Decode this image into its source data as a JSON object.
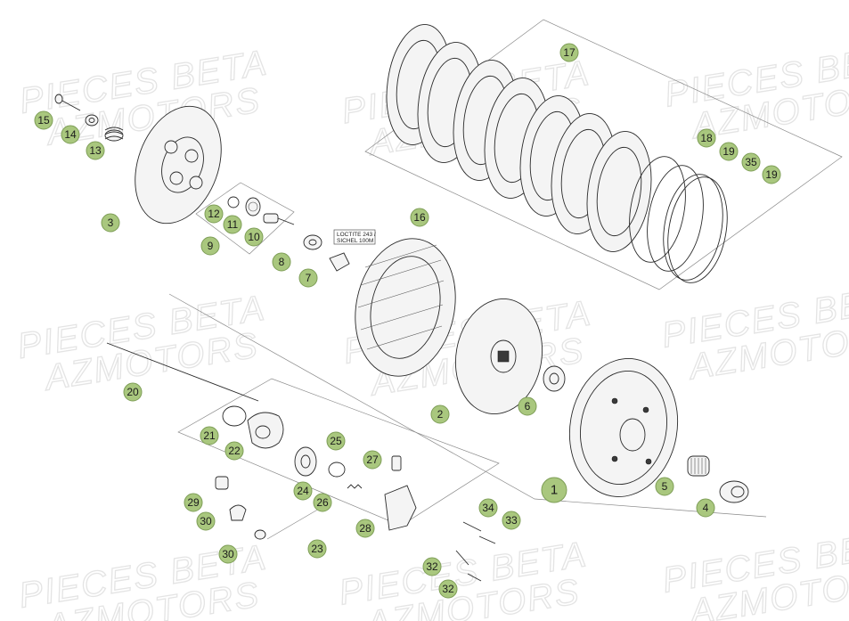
{
  "watermark": {
    "line1": "PIECES BETA",
    "line2": "AZMOTORS"
  },
  "note": {
    "line1": "LOCTITE 243 /",
    "line2": "SICHEL 100M"
  },
  "callouts": {
    "c1": "1",
    "c2": "2",
    "c3": "3",
    "c4": "4",
    "c5": "5",
    "c6": "6",
    "c7": "7",
    "c8": "8",
    "c9": "9",
    "c10": "10",
    "c11": "11",
    "c12": "12",
    "c13": "13",
    "c14": "14",
    "c15": "15",
    "c16": "16",
    "c17": "17",
    "c18": "18",
    "c19a": "19",
    "c19b": "19",
    "c20": "20",
    "c21": "21",
    "c22": "22",
    "c23": "23",
    "c24": "24",
    "c25": "25",
    "c26": "26",
    "c27": "27",
    "c28": "28",
    "c29": "29",
    "c30a": "30",
    "c30b": "30",
    "c32a": "32",
    "c32b": "32",
    "c33": "33",
    "c34": "34",
    "c35": "35"
  },
  "colors": {
    "callout_fill": "#a9c77e",
    "watermark": "#e4e4e4"
  }
}
